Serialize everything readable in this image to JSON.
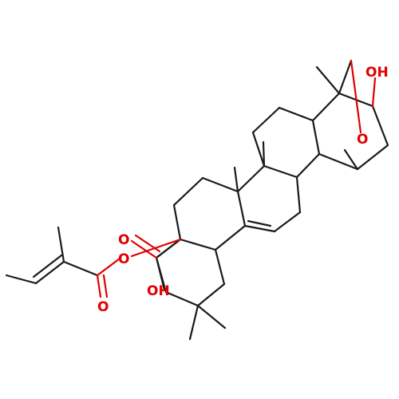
{
  "structure": {
    "atoms": {
      "hydroxyl_top": "OH",
      "ether_bridge": "O",
      "ester_alkoxy": "O",
      "ester_carbonyl": "O",
      "acid_carbonyl": "O",
      "acid_hydroxyl": "OH"
    },
    "colors": {
      "bond": "#1a1a1a",
      "heteroatom": "#e00000",
      "background": "#ffffff"
    }
  }
}
